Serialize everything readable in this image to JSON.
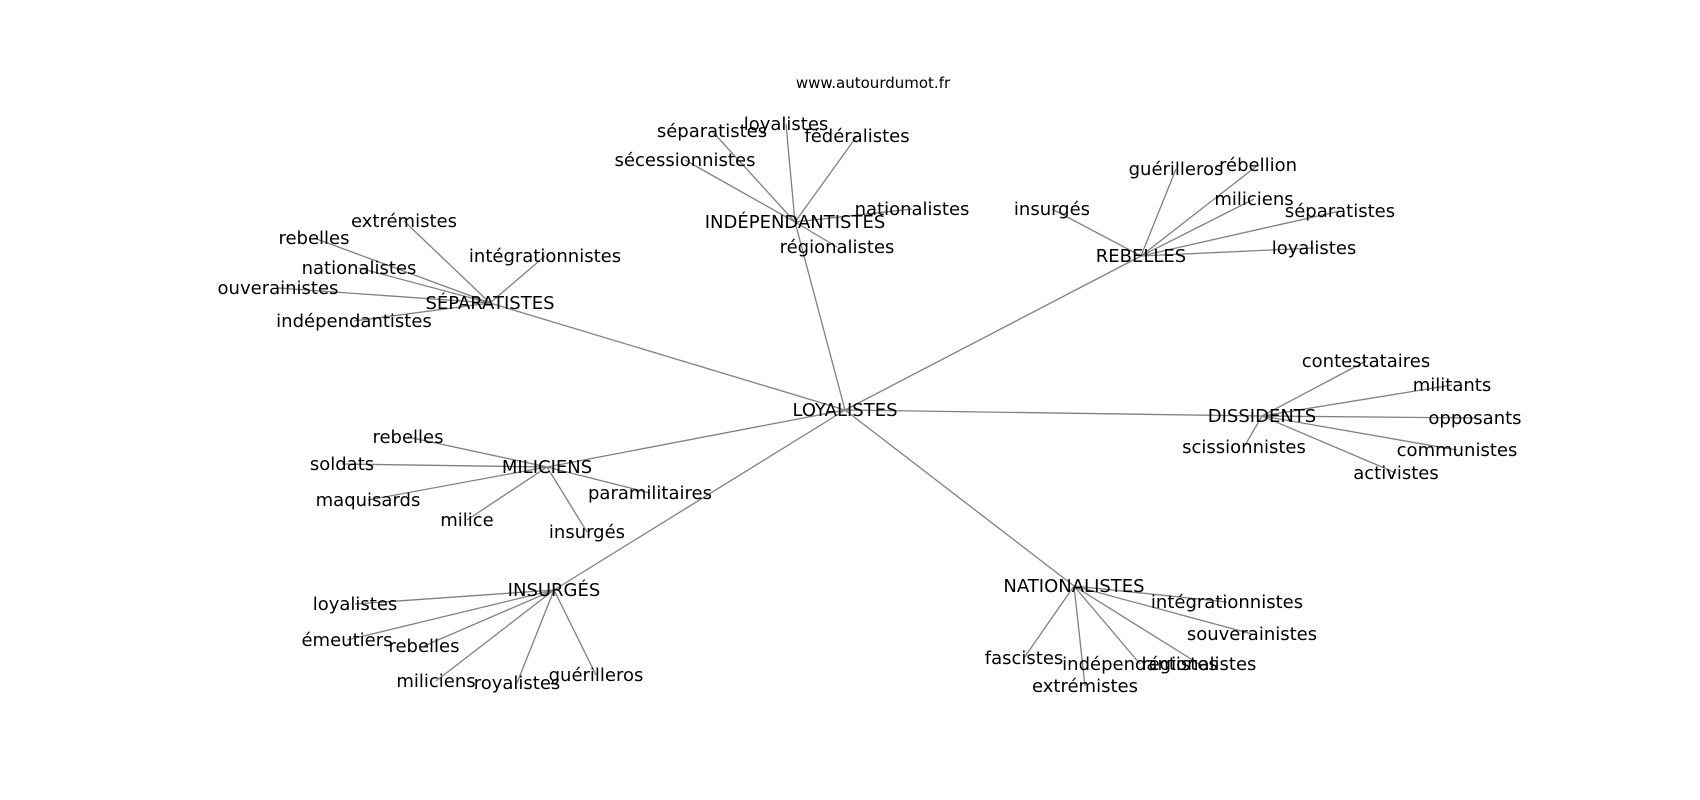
{
  "source": "www.autourdumot.fr",
  "center": "LOYALISTES",
  "clusters": [
    {
      "hub": "INDÉPENDANTISTES",
      "leaves": [
        "séparatistes",
        "loyalistes",
        "fédéralistes",
        "sécessionnistes",
        "nationalistes",
        "régionalistes"
      ]
    },
    {
      "hub": "REBELLES",
      "leaves": [
        "guérilleros",
        "rébellion",
        "insurgés",
        "miliciens",
        "séparatistes",
        "loyalistes"
      ]
    },
    {
      "hub": "SÉPARATISTES",
      "leaves": [
        "extrémistes",
        "rebelles",
        "intégrationnistes",
        "nationalistes",
        "ouverainistes",
        "indépendantistes"
      ]
    },
    {
      "hub": "DISSIDENTS",
      "leaves": [
        "contestataires",
        "militants",
        "opposants",
        "scissionnistes",
        "communistes",
        "activistes"
      ]
    },
    {
      "hub": "MILICIENS",
      "leaves": [
        "rebelles",
        "soldats",
        "maquisards",
        "milice",
        "paramilitaires",
        "insurgés"
      ]
    },
    {
      "hub": "INSURGÉS",
      "leaves": [
        "loyalistes",
        "émeutiers",
        "rebelles",
        "miliciens",
        "royalistes",
        "guérilleros"
      ]
    },
    {
      "hub": "NATIONALISTES",
      "leaves": [
        "intégrationnistes",
        "souverainistes",
        "fascistes",
        "indépendantistes",
        "régionalistes",
        "extrémistes"
      ]
    }
  ]
}
